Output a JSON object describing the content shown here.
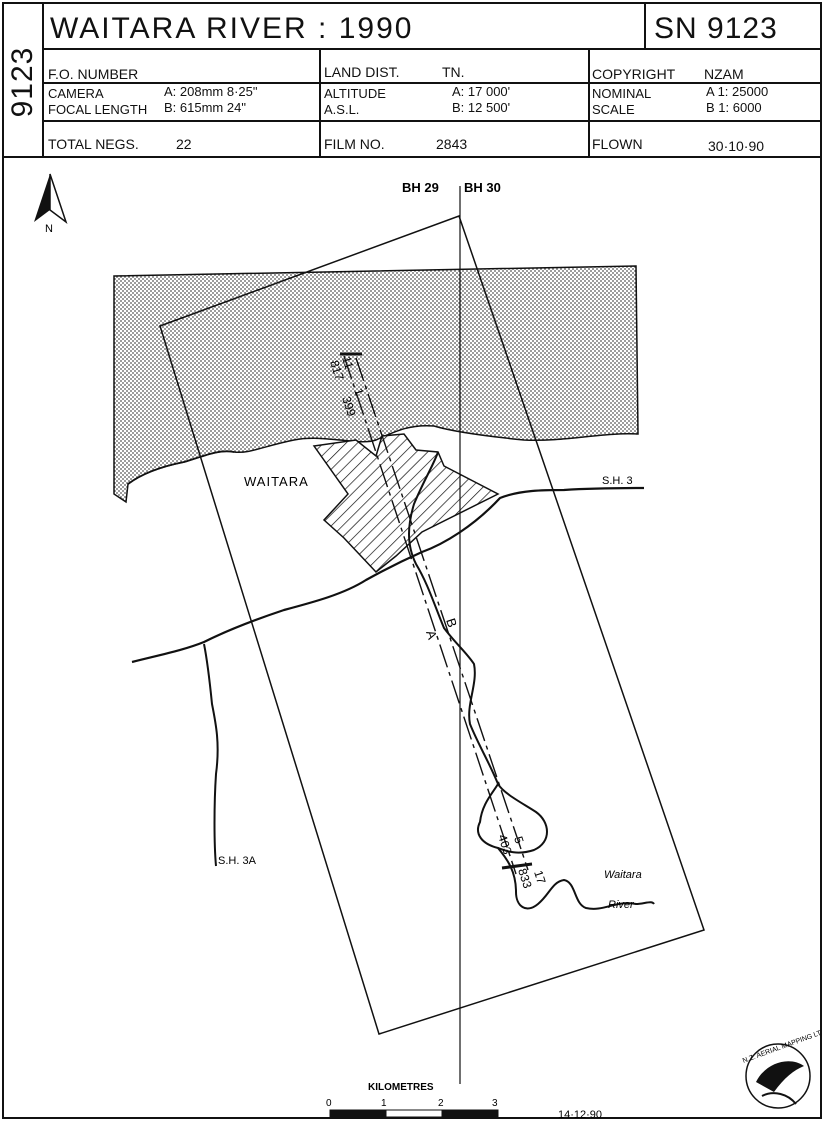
{
  "header": {
    "side_code": "9123",
    "title": "WAITARA  RIVER : 1990",
    "sn": "SN 9123",
    "fo_number_label": "F.O. NUMBER",
    "land_dist_label": "LAND DIST.",
    "land_dist_value": "TN.",
    "copyright_label": "COPYRIGHT",
    "copyright_value": "NZAM",
    "camera_label": "CAMERA",
    "camera_value": "A: 208mm  8·25\"",
    "focal_label": "FOCAL LENGTH",
    "focal_value": "B: 615mm  24\"",
    "altitude_label": "ALTITUDE",
    "altitude_value": "A: 17 000'",
    "asl_label": "A.S.L.",
    "asl_value": "B: 12 500'",
    "nominal_label": "NOMINAL",
    "nominal_value": "A 1: 25000",
    "scale_label": "SCALE",
    "scale_value": "B 1: 6000",
    "total_negs_label": "TOTAL NEGS.",
    "total_negs_value": "22",
    "film_no_label": "FILM NO.",
    "film_no_value": "2843",
    "flown_label": "FLOWN",
    "flown_value": "30·10·90"
  },
  "map": {
    "north_label": "N",
    "bh_left": "BH 29",
    "bh_right": "BH 30",
    "town_label": "WAITARA",
    "sh3_label": "S.H. 3",
    "sh3a_label": "S.H. 3A",
    "river_label_1": "Waitara",
    "river_label_2": "River",
    "run_a_label": "A",
    "run_b_label": "B",
    "run_top_a": "11",
    "run_top_b": "817",
    "run_top_c": "1",
    "run_top_d": "399",
    "run_bot_a": "5",
    "run_bot_b": "403",
    "run_bot_c": "17",
    "run_bot_d": "833",
    "scale_title": "KILOMETRES",
    "scale_ticks": [
      "0",
      "1",
      "2",
      "3"
    ],
    "date": "14·12·90",
    "logo_text": "N.Z. AERIAL MAPPING LTD"
  },
  "colors": {
    "ink": "#111111",
    "paper": "#ffffff",
    "sea_dots": "#555555"
  }
}
